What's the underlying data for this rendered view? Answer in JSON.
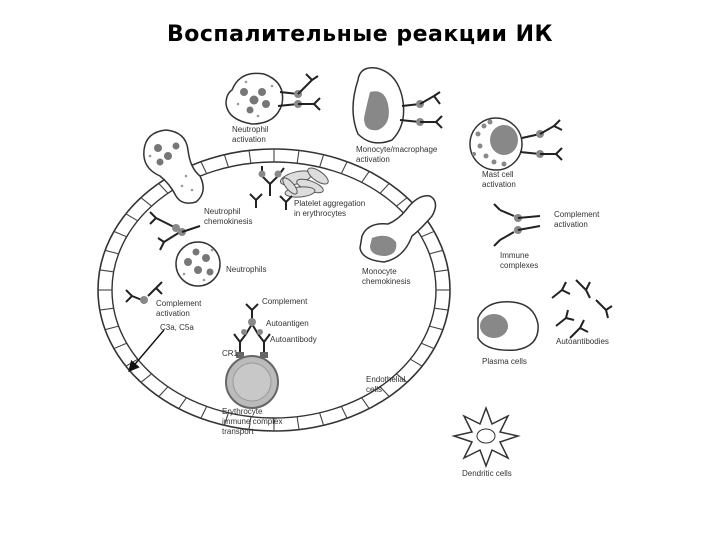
{
  "title": "Воспалительные реакции ИК",
  "labels": {
    "neutrophil_activation_1": "Neutrophil",
    "neutrophil_activation_2": "activation",
    "monocyte_activation_1": "Monocyte/macrophage",
    "monocyte_activation_2": "activation",
    "mast_cell_1": "Mast cell",
    "mast_cell_2": "activation",
    "platelet_1": "Platelet aggregation",
    "platelet_2": "in erythrocytes",
    "neutrophil_chemo_1": "Neutrophil",
    "neutrophil_chemo_2": "chemokinesis",
    "complement_act_right_1": "Complement",
    "complement_act_right_2": "activation",
    "immune_complexes_1": "Immune",
    "immune_complexes_2": "complexes",
    "neutrophils": "Neutrophils",
    "monocyte_chemo_1": "Monocyte",
    "monocyte_chemo_2": "chemokinesis",
    "complement_act_left_1": "Complement",
    "complement_act_left_2": "activation",
    "c3a_c5a": "C3a, C5a",
    "complement": "Complement",
    "autoantigen": "Autoantigen",
    "autoantibody": "Autoantibody",
    "cr1": "CR1",
    "plasma_cells": "Plasma cells",
    "autoantibodies": "Autoantibodies",
    "endothelial_1": "Endothelial",
    "endothelial_2": "cells",
    "erythrocyte_1": "Erythrocyte",
    "erythrocyte_2": "immune complex",
    "erythrocyte_3": "transport",
    "dendritic_cells": "Dendritic cells"
  }
}
